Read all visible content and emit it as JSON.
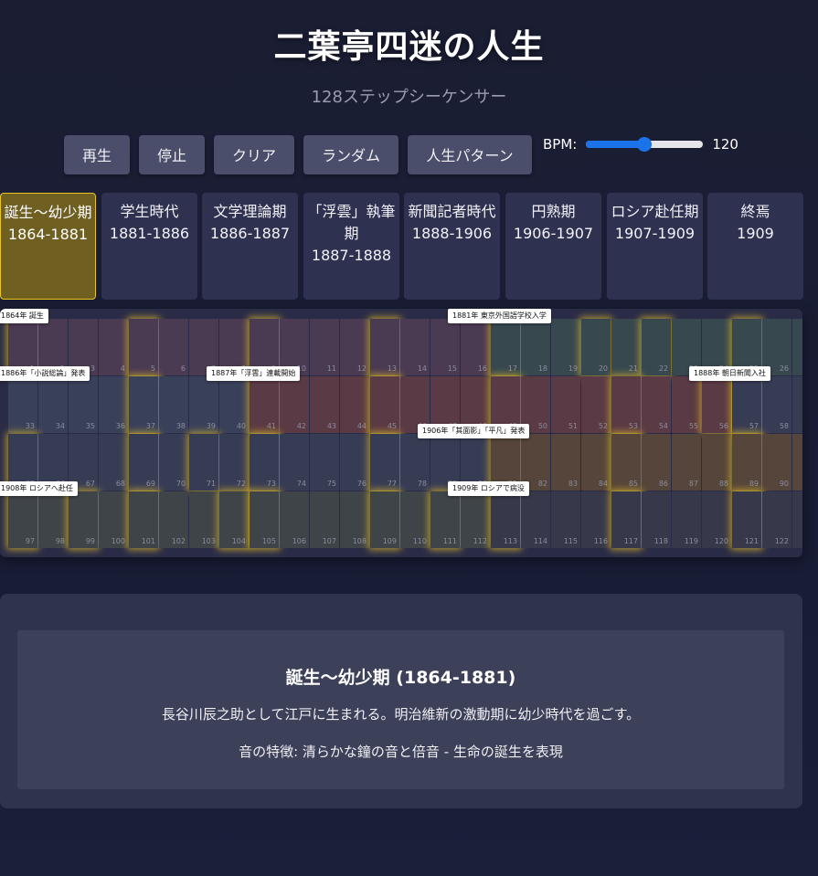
{
  "header": {
    "title": "二葉亭四迷の人生",
    "subtitle": "128ステップシーケンサー"
  },
  "controls": {
    "buttons": [
      {
        "id": "play",
        "label": "再生"
      },
      {
        "id": "stop",
        "label": "停止"
      },
      {
        "id": "clear",
        "label": "クリア"
      },
      {
        "id": "random",
        "label": "ランダム"
      },
      {
        "id": "life",
        "label": "人生パターン"
      }
    ],
    "bpm_label": "BPM:",
    "bpm_value": "120",
    "bpm_min": 60,
    "bpm_max": 180
  },
  "periods": [
    {
      "name": "誕生〜幼少期",
      "years": "1864-1881",
      "active": true
    },
    {
      "name": "学生時代",
      "years": "1881-1886",
      "active": false
    },
    {
      "name": "文学理論期",
      "years": "1886-1887",
      "active": false
    },
    {
      "name": "「浮雲」執筆期",
      "years": "1887-1888",
      "active": false
    },
    {
      "name": "新聞記者時代",
      "years": "1888-1906",
      "active": false
    },
    {
      "name": "円熟期",
      "years": "1906-1907",
      "active": false
    },
    {
      "name": "ロシア赴任期",
      "years": "1907-1909",
      "active": false
    },
    {
      "name": "終焉",
      "years": "1909",
      "active": false
    }
  ],
  "colors": {
    "birth": "#4a3a52",
    "student": "#37484f",
    "theory": "#39405a",
    "ukigumo": "#5a3a44",
    "reporter": "#373c55",
    "mature": "#55453a",
    "russia": "#3f4448",
    "end": "#373849",
    "lit": "#e6be28"
  },
  "sequencer": {
    "steps": 128,
    "active_steps": [
      1,
      5,
      9,
      13,
      17,
      20,
      22,
      25,
      29,
      31,
      37,
      41,
      45,
      49,
      53,
      56,
      57,
      61,
      65,
      69,
      71,
      73,
      77,
      81,
      85,
      89,
      93,
      97,
      99,
      101,
      104,
      105,
      109,
      111,
      113,
      117,
      121
    ],
    "events": [
      {
        "step": 1,
        "row": 0,
        "text": "1864年 誕生"
      },
      {
        "step": 16,
        "row": 0,
        "text": "1881年 東京外国語学校入学"
      },
      {
        "step": 1,
        "row": 1,
        "text": "1886年「小説総論」発表"
      },
      {
        "step": 8,
        "row": 1,
        "text": "1887年「浮雲」連載開始"
      },
      {
        "step": 24,
        "row": 1,
        "text": "1888年 朝日新聞入社"
      },
      {
        "step": 15,
        "row": 2,
        "text": "1906年「其面影」「平凡」発表"
      },
      {
        "step": 1,
        "row": 3,
        "text": "1908年 ロシアへ赴任"
      },
      {
        "step": 16,
        "row": 3,
        "text": "1909年 ロシアで病没"
      }
    ]
  },
  "info": {
    "title": "誕生〜幼少期 (1864-1881)",
    "description": "長谷川辰之助として江戸に生まれる。明治維新の激動期に幼少時代を過ごす。",
    "sound": "音の特徴: 清らかな鐘の音と倍音 - 生命の誕生を表現"
  }
}
